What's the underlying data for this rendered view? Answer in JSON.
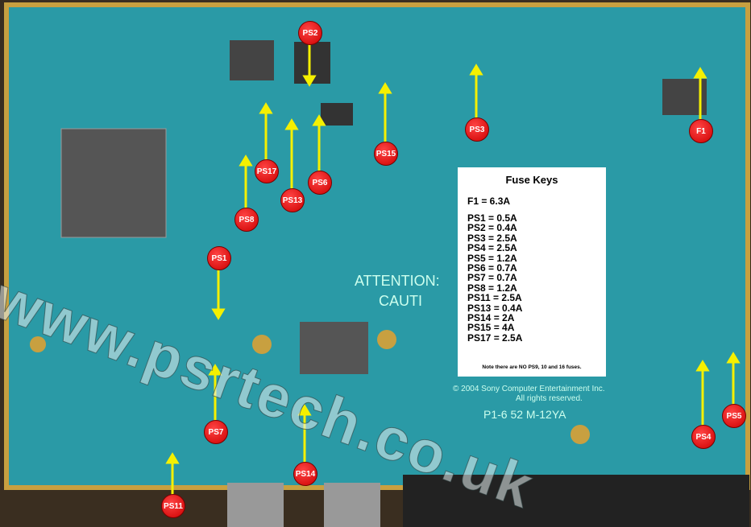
{
  "watermark": "www.psrtech.co.uk",
  "fuse_key": {
    "title": "Fuse Keys",
    "f1": "F1 = 6.3A",
    "items": [
      "PS1 = 0.5A",
      "PS2 = 0.4A",
      "PS3 = 2.5A",
      "PS4 = 2.5A",
      "PS5 = 1.2A",
      "PS6 = 0.7A",
      "PS7 = 0.7A",
      "PS8 = 1.2A",
      "PS11 = 2.5A",
      "PS13 = 0.4A",
      "PS14 = 2A",
      "PS15 = 4A",
      "PS17 = 2.5A"
    ],
    "note": "Note there are NO PS9, 10 and 16 fuses."
  },
  "markers": [
    "PS2",
    "PS3",
    "F1",
    "PS15",
    "PS17",
    "PS13",
    "PS6",
    "PS8",
    "PS1",
    "PS7",
    "PS14",
    "PS11",
    "PS4",
    "PS5"
  ],
  "board_text": {
    "attention": "ATTENTION:",
    "caution": "CAUTI",
    "copyright": "© 2004 Sony Computer Entertainment Inc.",
    "rights": "All rights reserved.",
    "model": "P1-6 52 M-12YA"
  },
  "colors": {
    "board": "#2a9aa6",
    "marker": "#dd1111",
    "arrow": "#f5f000"
  }
}
